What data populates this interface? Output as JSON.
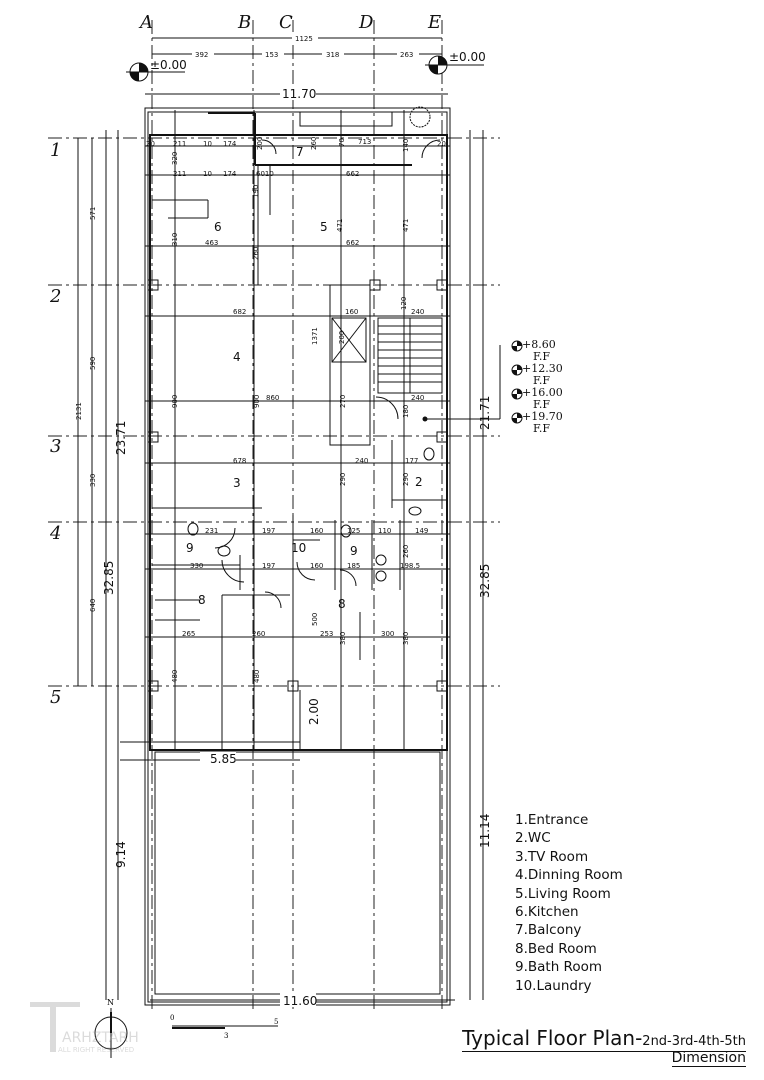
{
  "drawing": {
    "title": "Typical Floor Plan-",
    "title_floors": "2nd-3rd-4th-5th",
    "subtitle": "Dimension",
    "watermark": "TARHZTARH ALL RIGHT RESERVED",
    "north_label": "N",
    "scale_labels": [
      "0",
      "3",
      "5"
    ]
  },
  "grid": {
    "columns": [
      "A",
      "B",
      "C",
      "D",
      "E"
    ],
    "rows": [
      "1",
      "2",
      "3",
      "4",
      "5"
    ]
  },
  "levels": {
    "top": [
      "±0.00",
      "±0.00"
    ],
    "floors": [
      "+8.60",
      "+12.30",
      "+16.00",
      "+19.70"
    ],
    "floor_tag": "F.F"
  },
  "dimensions": {
    "top_total": "1125",
    "top_segments": [
      "392",
      "153",
      "318",
      "263"
    ],
    "top_overall": "11.70",
    "bottom_overall": "11.60",
    "left_rows": [
      "571",
      "590",
      "330",
      "640"
    ],
    "left_total": "2131",
    "left_a": "32.85",
    "left_b": "23.71",
    "left_c": "9.14",
    "right_a": "21.71",
    "right_b": "32.85",
    "right_c": "11.14",
    "court_w": "5.85",
    "court_d": "2.00",
    "inner": [
      "20",
      "211",
      "10",
      "174",
      "200",
      "260",
      "70",
      "713",
      "140",
      "20",
      "320",
      "211",
      "10",
      "174",
      "6010",
      "662",
      "190",
      "463",
      "310",
      "471",
      "471",
      "662",
      "260",
      "682",
      "1371",
      "200",
      "160",
      "240",
      "120",
      "900",
      "900",
      "860",
      "270",
      "180",
      "240",
      "678",
      "240",
      "177",
      "290",
      "290",
      "231",
      "197",
      "160",
      "125",
      "110",
      "149",
      "330",
      "197",
      "160",
      "185",
      "198.5",
      "260",
      "265",
      "260",
      "253",
      "300",
      "500",
      "380",
      "380",
      "480",
      "480"
    ]
  },
  "rooms": [
    "7",
    "6",
    "5",
    "4",
    "3",
    "2",
    "9",
    "10",
    "9",
    "8",
    "8"
  ],
  "legend": [
    "1.Entrance",
    "2.WC",
    "3.TV Room",
    "4.Dinning Room",
    "5.Living Room",
    "6.Kitchen",
    "7.Balcony",
    "8.Bed Room",
    "9.Bath Room",
    "10.Laundry"
  ]
}
